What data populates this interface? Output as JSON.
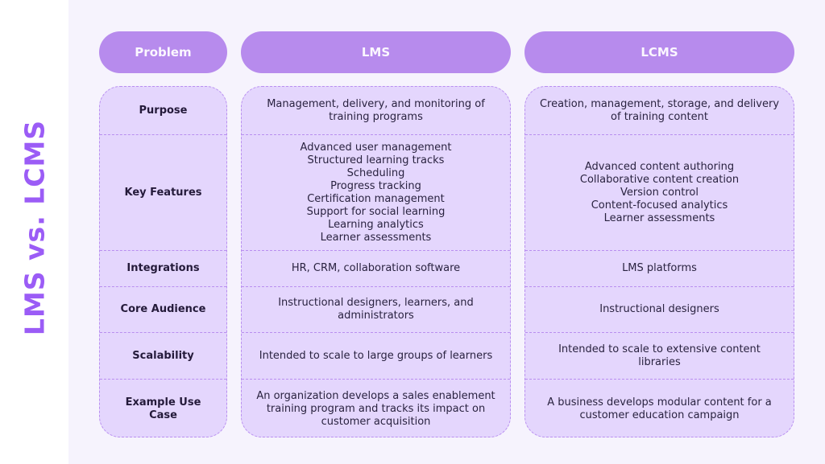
{
  "title": "LMS vs. LCMS",
  "headers": [
    "Problem",
    "LMS",
    "LCMS"
  ],
  "rows": [
    {
      "label": "Purpose",
      "lms": "Management, delivery, and monitoring of\ntraining programs",
      "lcms": "Creation, management, storage, and delivery\nof training content"
    },
    {
      "label": "Key Features",
      "lms": "Advanced user management\nStructured learning tracks\nScheduling\nProgress tracking\nCertification management\nSupport for social learning\nLearning analytics\nLearner assessments",
      "lcms": "Advanced content authoring\nCollaborative content creation\nVersion control\nContent-focused analytics\nLearner assessments"
    },
    {
      "label": "Integrations",
      "lms": "HR, CRM, collaboration software",
      "lcms": "LMS platforms"
    },
    {
      "label": "Core Audience",
      "lms": "Instructional designers, learners, and\nadministrators",
      "lcms": "Instructional designers"
    },
    {
      "label": "Scalability",
      "lms": "Intended to scale to large groups of learners",
      "lcms": "Intended to scale to extensive content\nlibraries"
    },
    {
      "label": "Example Use Case",
      "lms": "An organization develops a sales enablement\ntraining program and tracks its impact on\ncustomer acquisition",
      "lcms": "A business develops modular content for a\ncustomer education campaign"
    }
  ]
}
